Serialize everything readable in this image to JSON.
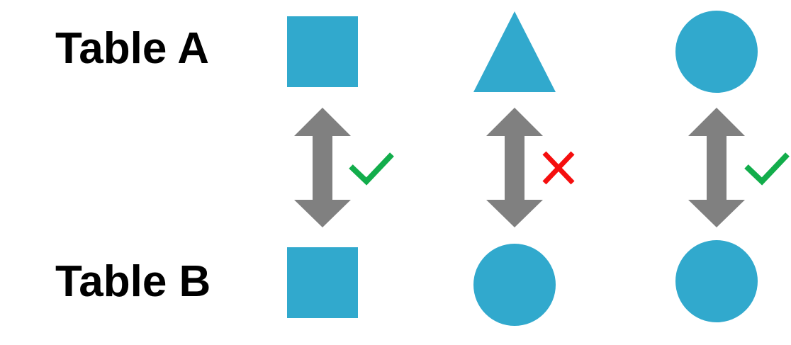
{
  "rows": {
    "a_label": "Table A",
    "b_label": "Table B"
  },
  "columns": [
    {
      "table_a_shape": "square",
      "table_b_shape": "square",
      "match": true,
      "mark_icon": "check-icon"
    },
    {
      "table_a_shape": "triangle",
      "table_b_shape": "circle",
      "match": false,
      "mark_icon": "cross-icon"
    },
    {
      "table_a_shape": "circle",
      "table_b_shape": "circle",
      "match": true,
      "mark_icon": "check-icon"
    }
  ],
  "colors": {
    "shape": "#31A9CD",
    "arrow": "#808080",
    "match": "#12AD4B",
    "mismatch": "#F50E0E"
  }
}
